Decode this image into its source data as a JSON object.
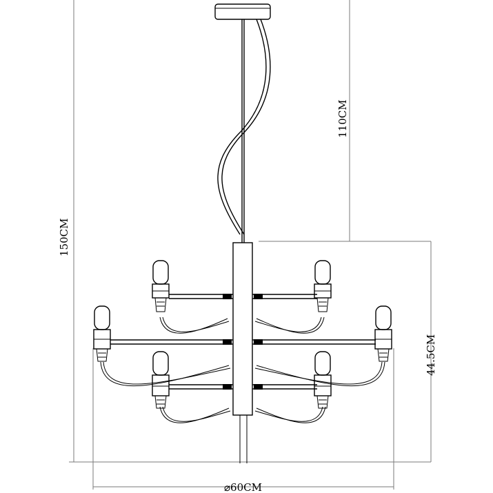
{
  "dimensions": {
    "total_height": "150CM",
    "cable_length": "110CM",
    "body_height": "44.5CM",
    "diameter": "⌀60CM"
  },
  "components": {
    "arms_per_tier": 2,
    "tiers": 3,
    "bulb_count": 6
  },
  "colors": {
    "ink": "#000000",
    "dimension_line": "#7a7a7a",
    "background": "#ffffff"
  }
}
